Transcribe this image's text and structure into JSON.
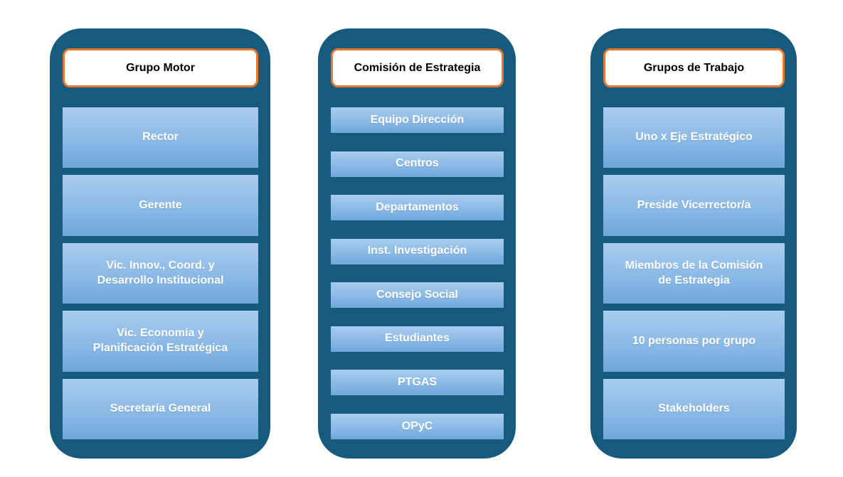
{
  "diagram": {
    "columns": [
      {
        "title": "Grupo Motor",
        "items": [
          "Rector",
          "Gerente",
          "Vic. Innov., Coord. y Desarrollo Institucional",
          "Vic. Economía y Planificación Estratégica",
          "Secretaría General"
        ]
      },
      {
        "title": "Comisión de Estrategia",
        "items": [
          "Equipo Dirección",
          "Centros",
          "Departamentos",
          "Inst. Investigación",
          "Consejo Social",
          "Estudiantes",
          "PTGAS",
          "OPyC"
        ]
      },
      {
        "title": "Grupos de Trabajo",
        "items": [
          "Uno x Eje Estratégico",
          "Preside Vicerrector/a",
          "Miembros de la Comisión de Estrategia",
          "10 personas por grupo",
          "Stakeholders"
        ]
      }
    ],
    "colors": {
      "container_bg": "#165A7D",
      "header_bg": "#FFFFFF",
      "header_border": "#E8762C",
      "header_text": "#000000",
      "item_gradient_top": "#A9CDEF",
      "item_gradient_bottom": "#6FA8DC",
      "item_text": "#FFFFFF",
      "page_bg": "#FFFFFF"
    }
  }
}
